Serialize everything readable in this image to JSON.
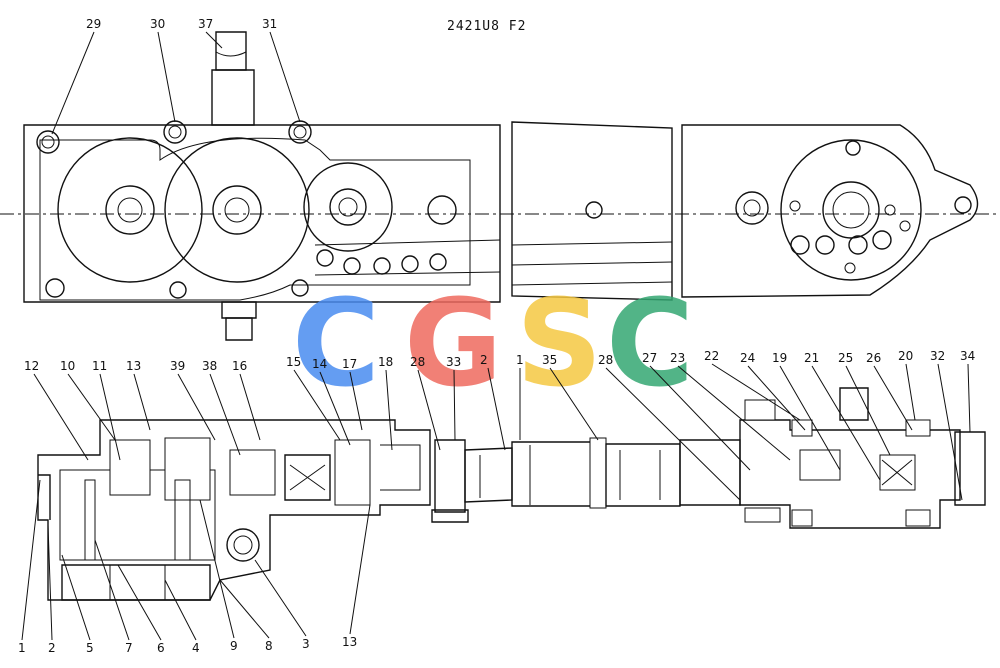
{
  "drawing_code": "2421U8 F2",
  "watermark": {
    "letters": [
      "C",
      "G",
      "S",
      "C"
    ],
    "colors": [
      "#4a8cf0",
      "#ef6a5f",
      "#f5c842",
      "#35a873"
    ]
  },
  "callouts_top": [
    "29",
    "30",
    "37",
    "31"
  ],
  "callouts_mid": [
    "12",
    "10",
    "11",
    "13",
    "39",
    "38",
    "16",
    "15",
    "14",
    "17",
    "18",
    "28",
    "33",
    "2",
    "1",
    "35",
    "28",
    "27",
    "23",
    "22",
    "24",
    "19",
    "21",
    "25",
    "26",
    "20",
    "32",
    "34"
  ],
  "callouts_bottom": [
    "1",
    "2",
    "5",
    "7",
    "6",
    "4",
    "9",
    "8",
    "3",
    "13"
  ]
}
